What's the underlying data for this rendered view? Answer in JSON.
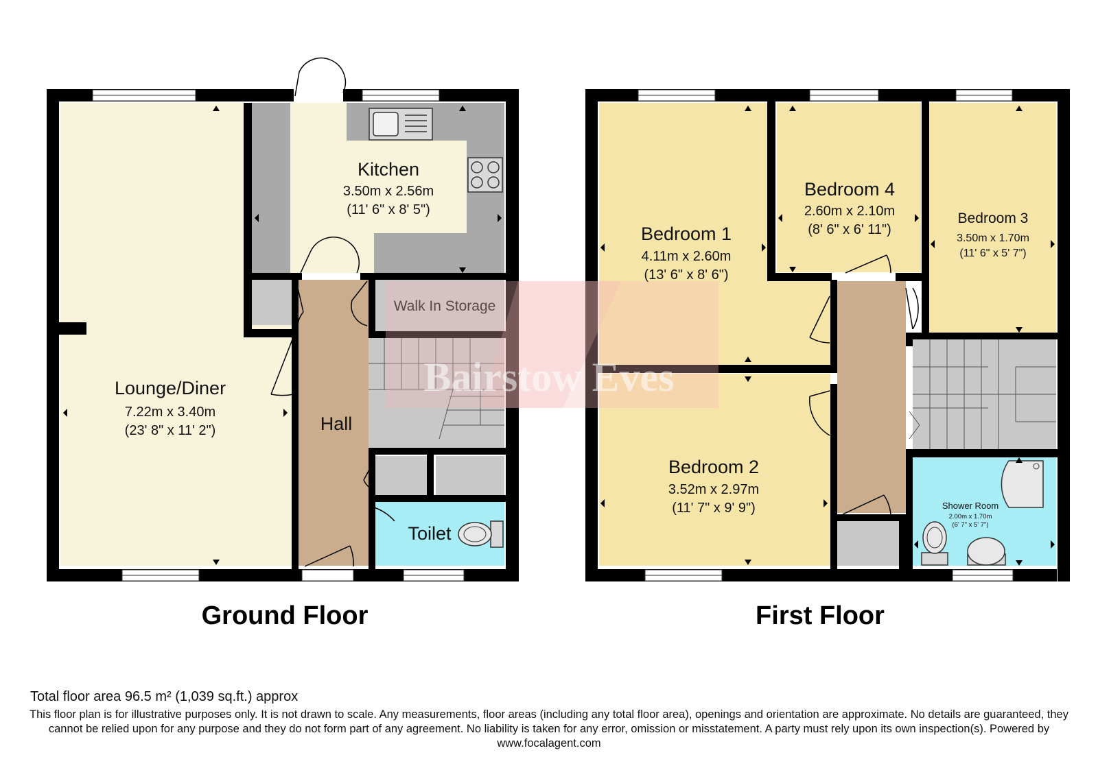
{
  "watermark": "Bairstow Eves",
  "colors": {
    "wall": "#000000",
    "lounge_fill": "#f8f4dc",
    "kitchen_fill": "#f8f4dc",
    "bedroom_fill": "#f6e5a8",
    "hall_fill": "#c9ad8c",
    "counter_fill": "#a9a9a9",
    "storage_fill": "#c8c8c8",
    "wet_room_fill": "#a8ecf6",
    "stairs_fill": "#c8c8c8",
    "watermark_fill": "#f5b7b7"
  },
  "ground_floor": {
    "label": "Ground Floor",
    "rooms": [
      {
        "key": "lounge",
        "name": "Lounge/Diner",
        "metric": "7.22m x 3.40m",
        "imperial": "(23' 8\" x 11' 2\")"
      },
      {
        "key": "kitchen",
        "name": "Kitchen",
        "metric": "3.50m x 2.56m",
        "imperial": "(11' 6\" x 8' 5\")"
      },
      {
        "key": "storage",
        "name": "Walk In Storage"
      },
      {
        "key": "hall",
        "name": "Hall"
      },
      {
        "key": "toilet",
        "name": "Toilet"
      }
    ]
  },
  "first_floor": {
    "label": "First Floor",
    "rooms": [
      {
        "key": "bedroom1",
        "name": "Bedroom 1",
        "metric": "4.11m x 2.60m",
        "imperial": "(13' 6\" x 8' 6\")"
      },
      {
        "key": "bedroom4",
        "name": "Bedroom 4",
        "metric": "2.60m x 2.10m",
        "imperial": "(8' 6\" x 6' 11\")"
      },
      {
        "key": "bedroom3",
        "name": "Bedroom 3",
        "metric": "3.50m x 1.70m",
        "imperial": "(11' 6\" x 5' 7\")"
      },
      {
        "key": "bedroom2",
        "name": "Bedroom 2",
        "metric": "3.52m x 2.97m",
        "imperial": "(11' 7\" x 9' 9\")"
      },
      {
        "key": "shower",
        "name": "Shower Room",
        "metric": "2.00m x 1.70m",
        "imperial": "(6' 7\" x 5' 7\")"
      }
    ]
  },
  "footer": {
    "total_area": "Total floor area 96.5 m² (1,039 sq.ft.) approx",
    "disclaimer": "This floor plan is for illustrative purposes only. It is not drawn to scale. Any measurements, floor areas (including any total floor area), openings and orientation are approximate. No details are guaranteed, they cannot be relied upon for any purpose and they do not form part of any agreement. No liability is taken for any error, omission or misstatement. A party must rely upon its own inspection(s). Powered by www.focalagent.com"
  }
}
